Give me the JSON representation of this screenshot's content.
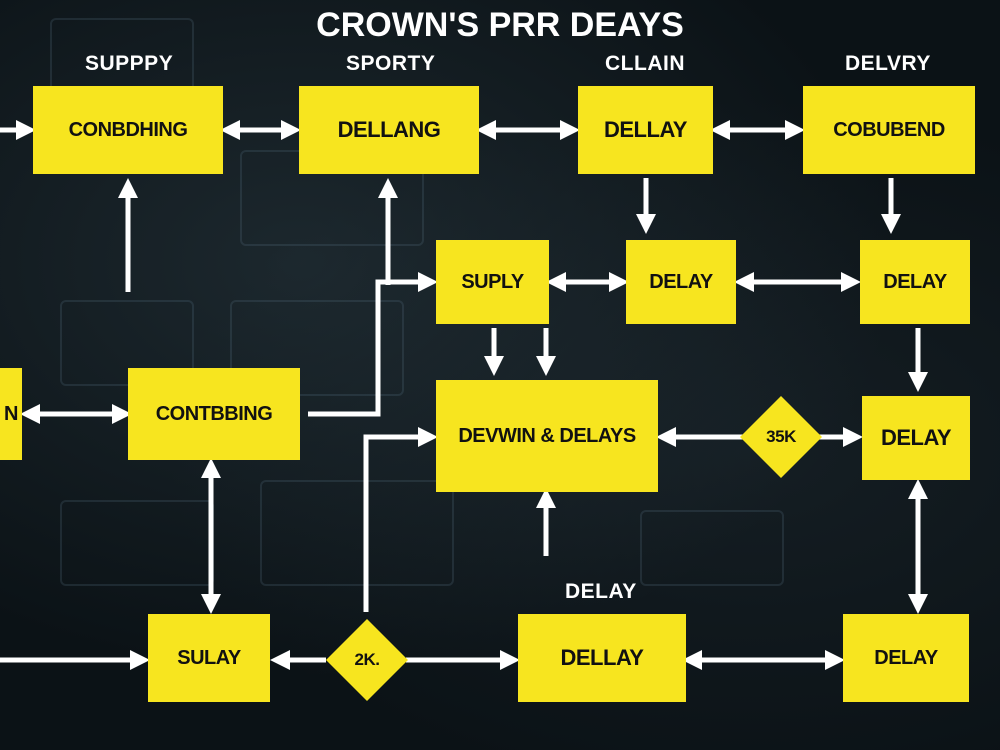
{
  "title": "CROWN'S PRR DEAYS",
  "headings": {
    "supppy": "SUPPPY",
    "sporty": "SPORTY",
    "cllain": "CLLAIN",
    "delvry": "DELVRY",
    "delay": "DELAY"
  },
  "nodes": {
    "conbding": "CONBDHING",
    "dellang": "DELLANG",
    "delay_top": "DELLAY",
    "cobubend": "COBUBEND",
    "supply_mid": "SUPLY",
    "delay_mid": "DELAY",
    "delay_right1": "DELAY",
    "edge_left": "N",
    "contbbing": "CONTBBING",
    "devwin": "DEVWIN & DELAYS",
    "delay_right2": "DELAY",
    "sulay": "SULAY",
    "dellay_bottom": "DELLAY",
    "delay_bottom_right": "DELAY"
  },
  "diamonds": {
    "d35k": "35K",
    "d2k": "2K."
  },
  "colors": {
    "node": "#f7e51f",
    "arrow": "#ffffff",
    "background": "#0b1216"
  }
}
